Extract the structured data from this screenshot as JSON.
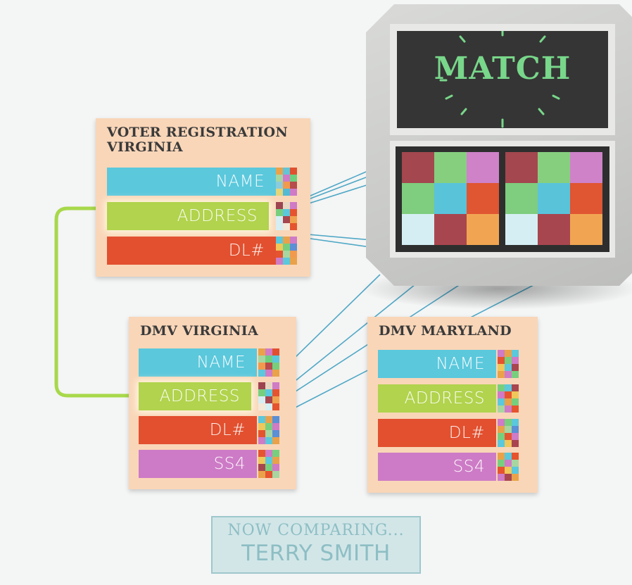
{
  "colors": {
    "name": "#5bc8dc",
    "address": "#b1d34d",
    "dl": "#e2502f",
    "ss4": "#cd7bc6",
    "card_bg": "#f9d6b8",
    "connector_green": "#a7d84a",
    "connector_blue": "#4fa8c6",
    "match_text": "#78d78a"
  },
  "match_label": "MATCH",
  "cards": {
    "voter_va": {
      "title": "VOTER REGISTRATION\nVIRGINIA",
      "fields": [
        "NAME",
        "ADDRESS",
        "DL#"
      ]
    },
    "dmv_va": {
      "title": "DMV VIRGINIA",
      "fields": [
        "NAME",
        "ADDRESS",
        "DL#",
        "SS4"
      ]
    },
    "dmv_md": {
      "title": "DMV MARYLAND",
      "fields": [
        "NAME",
        "ADDRESS",
        "DL#",
        "SS4"
      ]
    }
  },
  "comparing": {
    "label": "NOW COMPARING...",
    "name": "TERRY SMITH"
  }
}
